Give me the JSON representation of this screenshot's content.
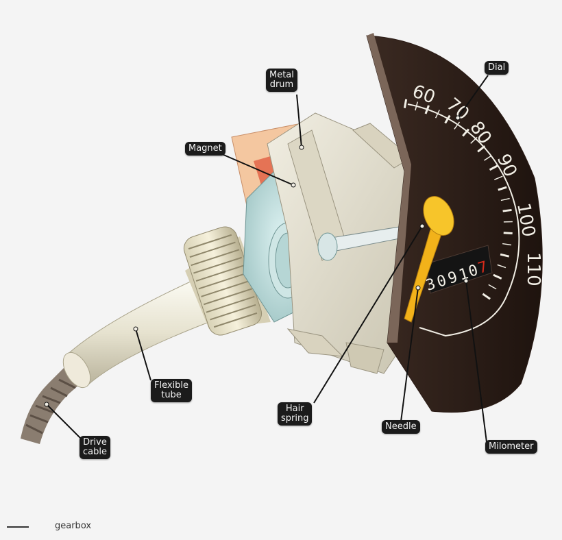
{
  "labels": {
    "dial": "Dial",
    "metal_drum": "Metal\ndrum",
    "magnet": "Magnet",
    "flexible_tube": "Flexible\ntube",
    "drive_cable": "Drive\ncable",
    "hair_spring": "Hair\nspring",
    "needle": "Needle",
    "milometer": "Milometer"
  },
  "dial_numbers": [
    "60",
    "70",
    "80",
    "90",
    "100",
    "110"
  ],
  "odometer_digits": [
    "3",
    "0",
    "9",
    "1",
    "0",
    "7"
  ],
  "footer_text": "gearbox",
  "colors": {
    "dial_face": "#2a1a14",
    "needle": "#f2b21a",
    "label_bg": "#1b1b1b",
    "label_text": "#f2f2f2",
    "odometer_last_digit": "#d62a1a"
  }
}
